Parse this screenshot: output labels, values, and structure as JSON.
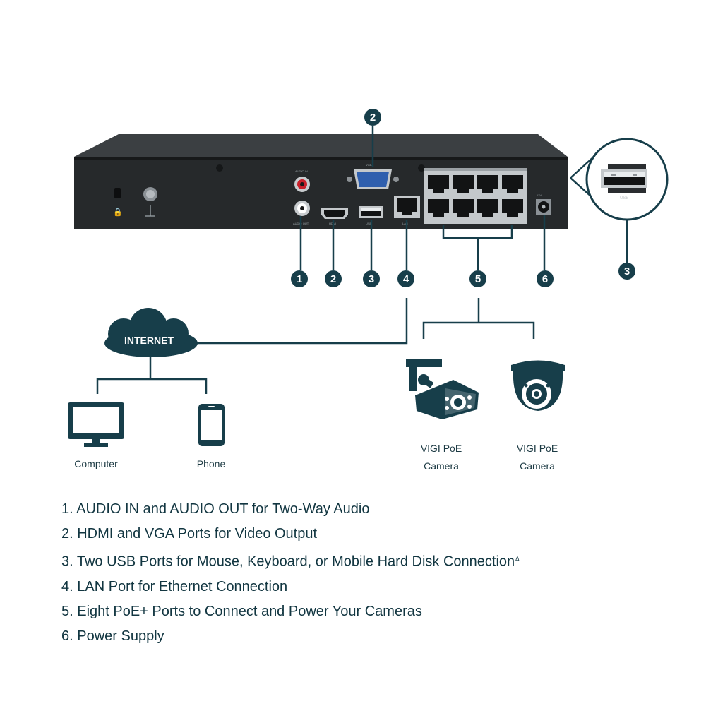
{
  "device": {
    "port_labels": {
      "audio_in": "AUDIO IN",
      "audio_out": "AUDIO OUT",
      "vga": "VGA",
      "hdmi": "HDMI",
      "usb": "USB",
      "lan": "LAN",
      "power": "12V"
    }
  },
  "callouts": {
    "one": "1",
    "two": "2",
    "three": "3",
    "four": "4",
    "five": "5",
    "six": "6"
  },
  "zoom": {
    "usb_label": "USB"
  },
  "network": {
    "cloud_label": "INTERNET",
    "computer_label": "Computer",
    "phone_label": "Phone",
    "camera_left": {
      "line1": "VIGI PoE",
      "line2": "Camera"
    },
    "camera_right": {
      "line1": "VIGI PoE",
      "line2": "Camera"
    }
  },
  "legend": {
    "items": [
      "1. AUDIO IN and AUDIO OUT for Two-Way Audio",
      "2. HDMI and VGA Ports for Video Output",
      "3. Two USB Ports for Mouse, Keyboard, or Mobile Hard Disk Connection",
      "4. LAN Port for Ethernet Connection",
      "5. Eight PoE+ Ports to Connect and Power Your Cameras",
      "6. Power Supply"
    ],
    "footnote_mark": "Δ"
  },
  "colors": {
    "accent": "#173e4a",
    "device_body": "#26292b",
    "device_top": "#3a3e41",
    "text": "#123641",
    "vga_blue": "#2f5fae"
  }
}
